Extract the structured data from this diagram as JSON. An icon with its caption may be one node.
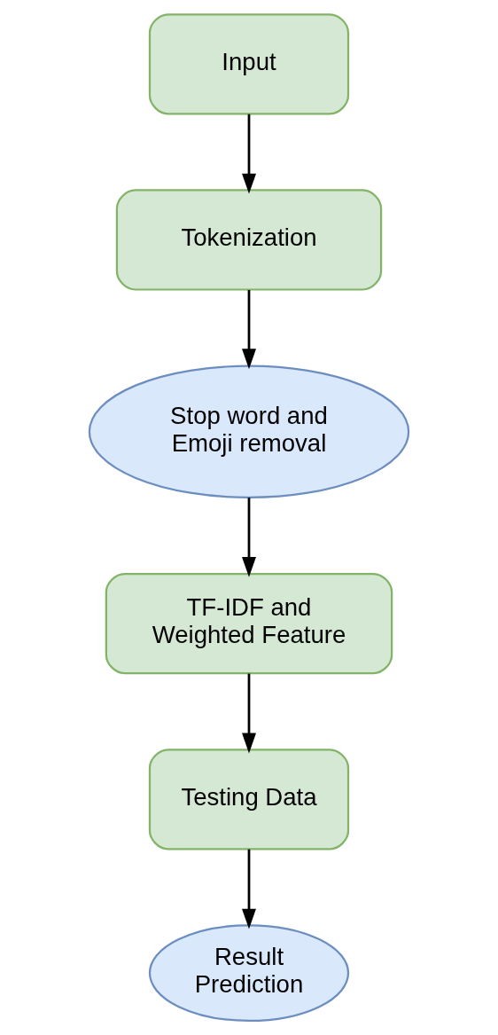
{
  "diagram": {
    "nodes": [
      {
        "text": [
          "Input"
        ]
      },
      {
        "text": [
          "Tokenization"
        ]
      },
      {
        "text": [
          "Stop word and Emoji removal"
        ]
      },
      {
        "text": [
          "TF-IDF and Weighted Feature"
        ]
      },
      {
        "text": [
          "Testing Data"
        ]
      },
      {
        "text": [
          "Result Prediction"
        ]
      }
    ],
    "edges": [
      {
        "from": 0,
        "to": 1,
        "arrow": "to"
      },
      {
        "from": 1,
        "to": 2,
        "arrow": "to"
      },
      {
        "from": 2,
        "to": 3,
        "arrow": "to"
      },
      {
        "from": 3,
        "to": 4,
        "arrow": "to"
      },
      {
        "from": 4,
        "to": 5,
        "arrow": "to"
      }
    ]
  }
}
